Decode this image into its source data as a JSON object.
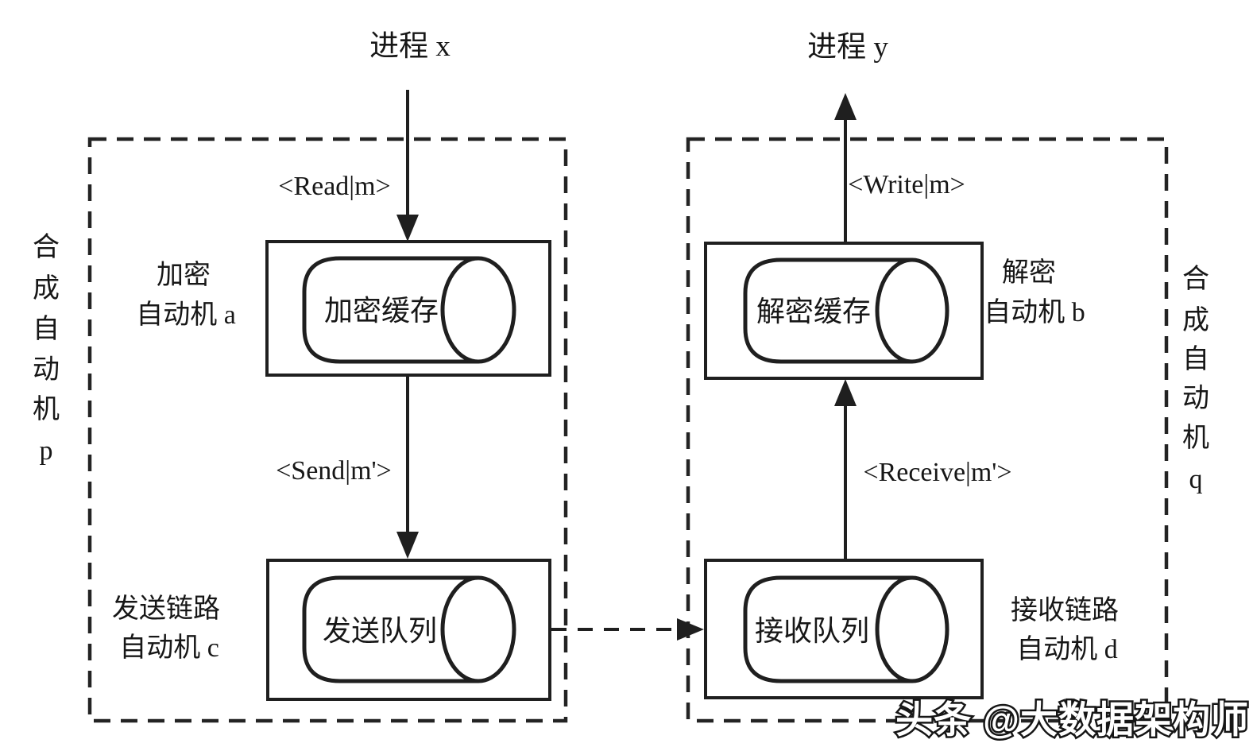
{
  "colors": {
    "ink": "#1f1f1f",
    "background": "#ffffff"
  },
  "process_x": "进程 x",
  "process_y": "进程 y",
  "messages": {
    "read": "<Read|m>",
    "send": "<Send|m'>",
    "write": "<Write|m>",
    "receive": "<Receive|m'>"
  },
  "group_p": {
    "label": "合成自动机 p",
    "vertical_chars": [
      "合",
      "成",
      "自",
      "动",
      "机",
      "p"
    ],
    "encrypt_machine": {
      "label_line1": "加密",
      "label_line2": "自动机 a",
      "buffer_label": "加密缓存"
    },
    "send_link_machine": {
      "label_line1": "发送链路",
      "label_line2": "自动机 c",
      "queue_label": "发送队列"
    }
  },
  "group_q": {
    "label": "合成自动机 q",
    "vertical_chars": [
      "合",
      "成",
      "自",
      "动",
      "机",
      "q"
    ],
    "decrypt_machine": {
      "label_line1": "解密",
      "label_line2": "自动机 b",
      "buffer_label": "解密缓存"
    },
    "receive_link_machine": {
      "label_line1": "接收链路",
      "label_line2": "自动机 d",
      "queue_label": "接收队列"
    }
  },
  "watermark": {
    "text": "头条 @大数据架构师"
  }
}
